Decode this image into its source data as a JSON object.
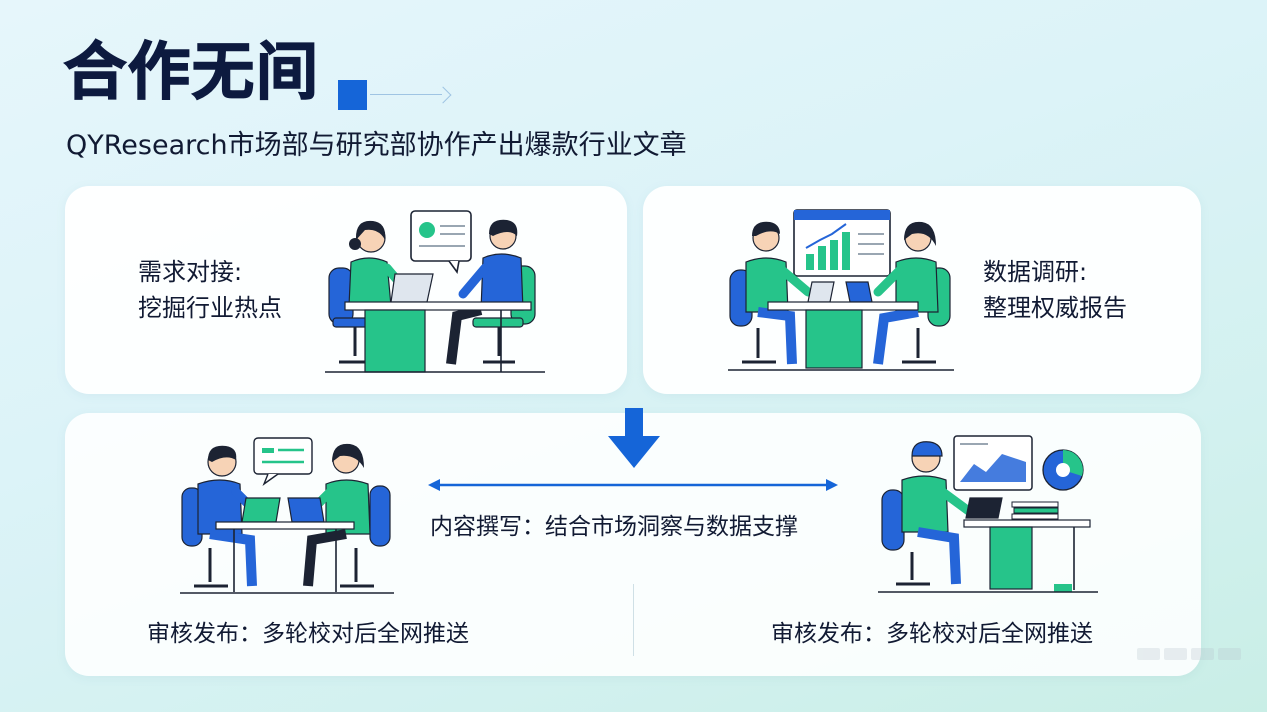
{
  "header": {
    "title": "合作无间",
    "subtitle": "QYResearch市场部与研究部协作产出爆款行业文章"
  },
  "steps": {
    "demand": {
      "line1": "需求对接:",
      "line2": "挖掘行业热点"
    },
    "research": {
      "line1": "数据调研:",
      "line2": "整理权威报告"
    },
    "content": {
      "label": "内容撰写：结合市场洞察与数据支撑"
    },
    "review_left": {
      "label": "审核发布：多轮校对后全网推送"
    },
    "review_right": {
      "label": "审核发布：多轮校对后全网推送"
    }
  },
  "colors": {
    "navy": "#0d1a3f",
    "blue": "#1565d8",
    "green": "#26c48a",
    "dark": "#1c2333",
    "skin": "#f7d3b6"
  },
  "icons": [
    "chat-bubble-icon",
    "bar-chart-icon",
    "down-arrow-icon",
    "double-arrow-icon",
    "area-chart-icon",
    "pie-chart-icon"
  ]
}
